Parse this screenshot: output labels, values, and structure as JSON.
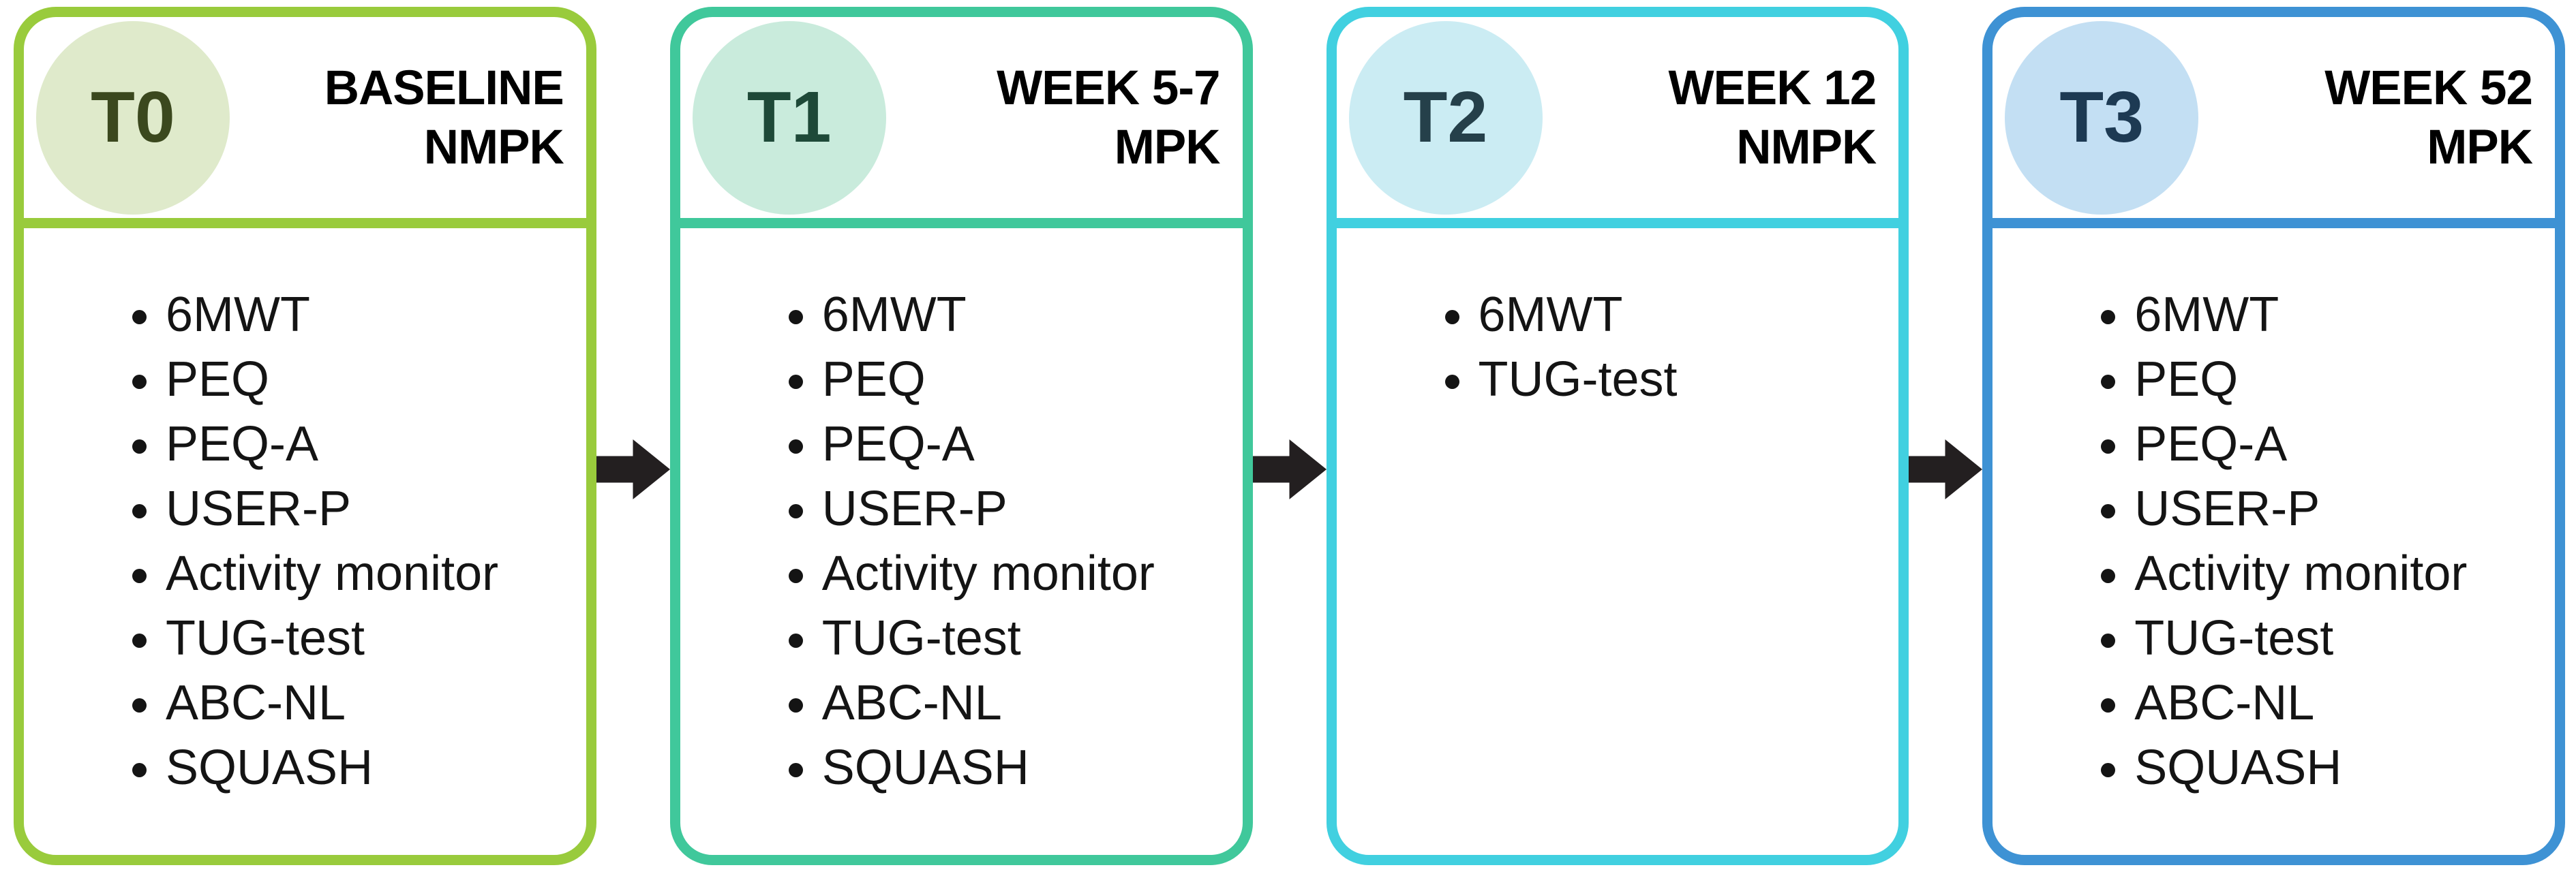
{
  "diagram": {
    "arrow_color": "#231F20",
    "arrow_icon": "right-arrow",
    "cards": [
      {
        "label": "T0",
        "timing_line1": "BASELINE",
        "timing_line2": "NMPK",
        "colors": {
          "border": "#99CB3C",
          "circle": "#DFEACB",
          "label": "#3B481E"
        },
        "items": [
          "6MWT",
          "PEQ",
          "PEQ-A",
          "USER-P",
          "Activity monitor",
          "TUG-test",
          "ABC-NL",
          "SQUASH"
        ]
      },
      {
        "label": "T1",
        "timing_line1": "WEEK 5-7",
        "timing_line2": "MPK",
        "colors": {
          "border": "#40C89B",
          "circle": "#C9EBDC",
          "label": "#1E4938"
        },
        "items": [
          "6MWT",
          "PEQ",
          "PEQ-A",
          "USER-P",
          "Activity monitor",
          "TUG-test",
          "ABC-NL",
          "SQUASH"
        ]
      },
      {
        "label": "T2",
        "timing_line1": "WEEK 12",
        "timing_line2": "NMPK",
        "colors": {
          "border": "#41D0E0",
          "circle": "#CBECF3",
          "label": "#25404A"
        },
        "items": [
          "6MWT",
          "TUG-test"
        ]
      },
      {
        "label": "T3",
        "timing_line1": "WEEK 52",
        "timing_line2": "MPK",
        "colors": {
          "border": "#3E92D4",
          "circle": "#C3DFF3",
          "label": "#1D3A53"
        },
        "items": [
          "6MWT",
          "PEQ",
          "PEQ-A",
          "USER-P",
          "Activity monitor",
          "TUG-test",
          "ABC-NL",
          "SQUASH"
        ]
      }
    ]
  }
}
